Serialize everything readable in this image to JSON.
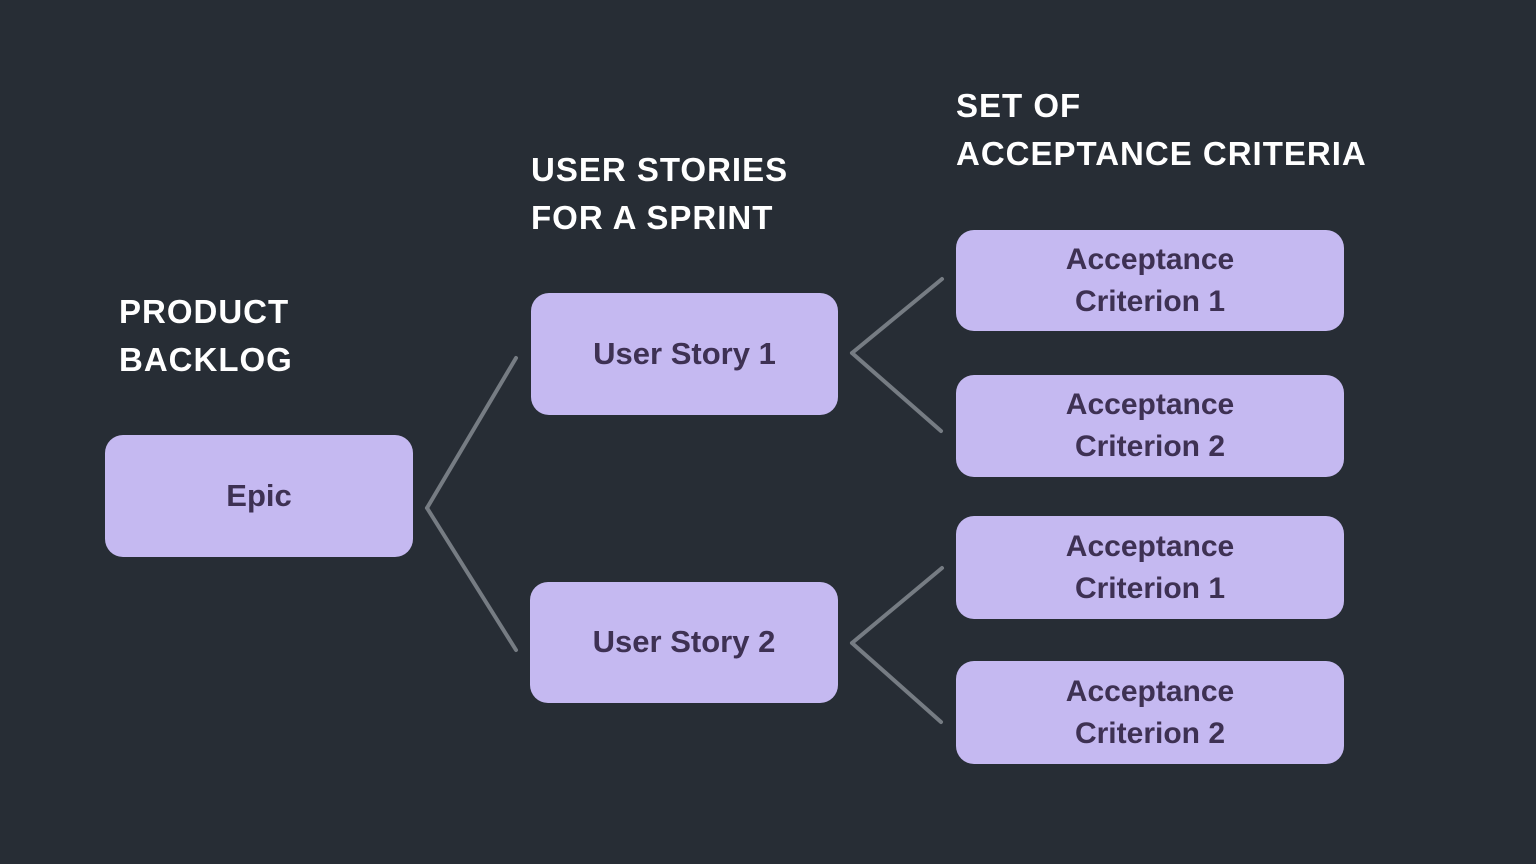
{
  "colors": {
    "background": "#272d35",
    "node_fill": "#c5b9f1",
    "node_text": "#3e3153",
    "heading_text": "#ffffff",
    "connector": "#767c83"
  },
  "headings": {
    "product_backlog": "PRODUCT\nBACKLOG",
    "user_stories": "USER STORIES\nFOR A SPRINT",
    "acceptance_criteria": "SET OF\nACCEPTANCE CRITERIA"
  },
  "nodes": {
    "epic": {
      "label": "Epic"
    },
    "user_story_1": {
      "label": "User Story 1"
    },
    "user_story_2": {
      "label": "User Story 2"
    },
    "ac_1_1": {
      "label": "Acceptance\nCriterion 1"
    },
    "ac_1_2": {
      "label": "Acceptance\nCriterion 2"
    },
    "ac_2_1": {
      "label": "Acceptance\nCriterion 1"
    },
    "ac_2_2": {
      "label": "Acceptance\nCriterion 2"
    }
  }
}
